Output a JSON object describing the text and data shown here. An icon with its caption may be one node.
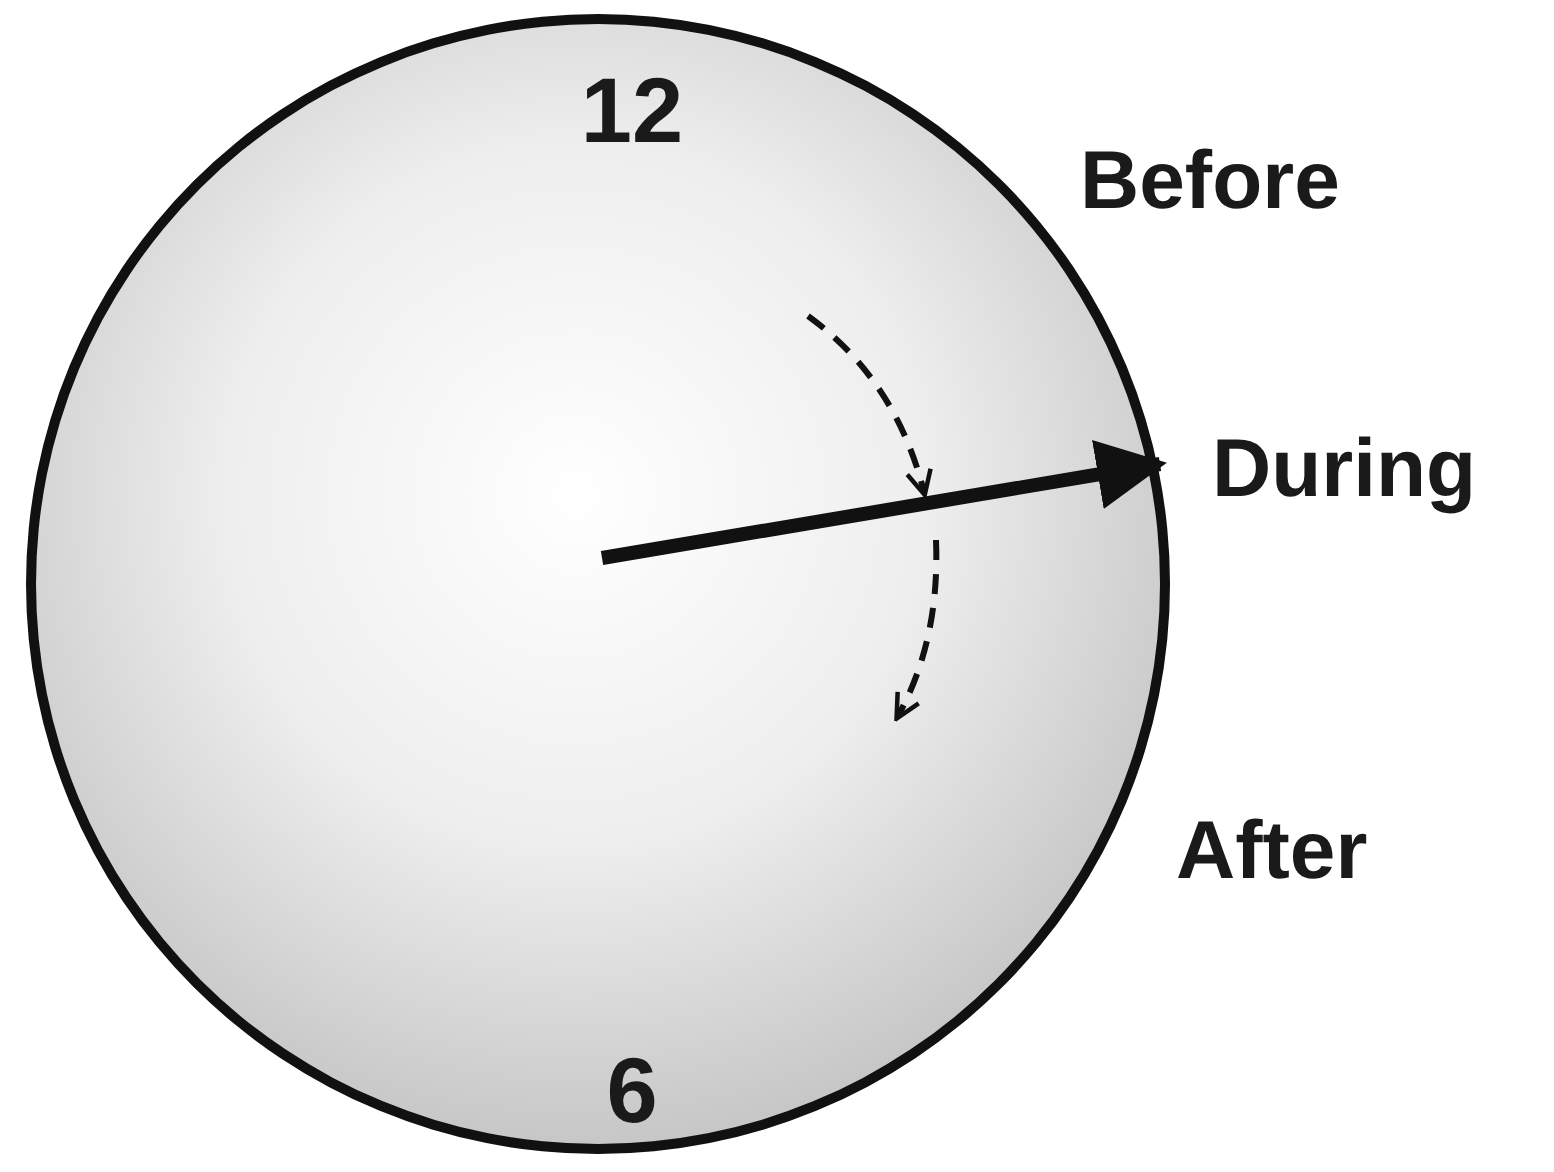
{
  "diagram": {
    "nodes": [
      {
        "text": [
          "12",
          "6"
        ]
      }
    ],
    "labels": [
      "Before",
      "During",
      "After"
    ]
  }
}
